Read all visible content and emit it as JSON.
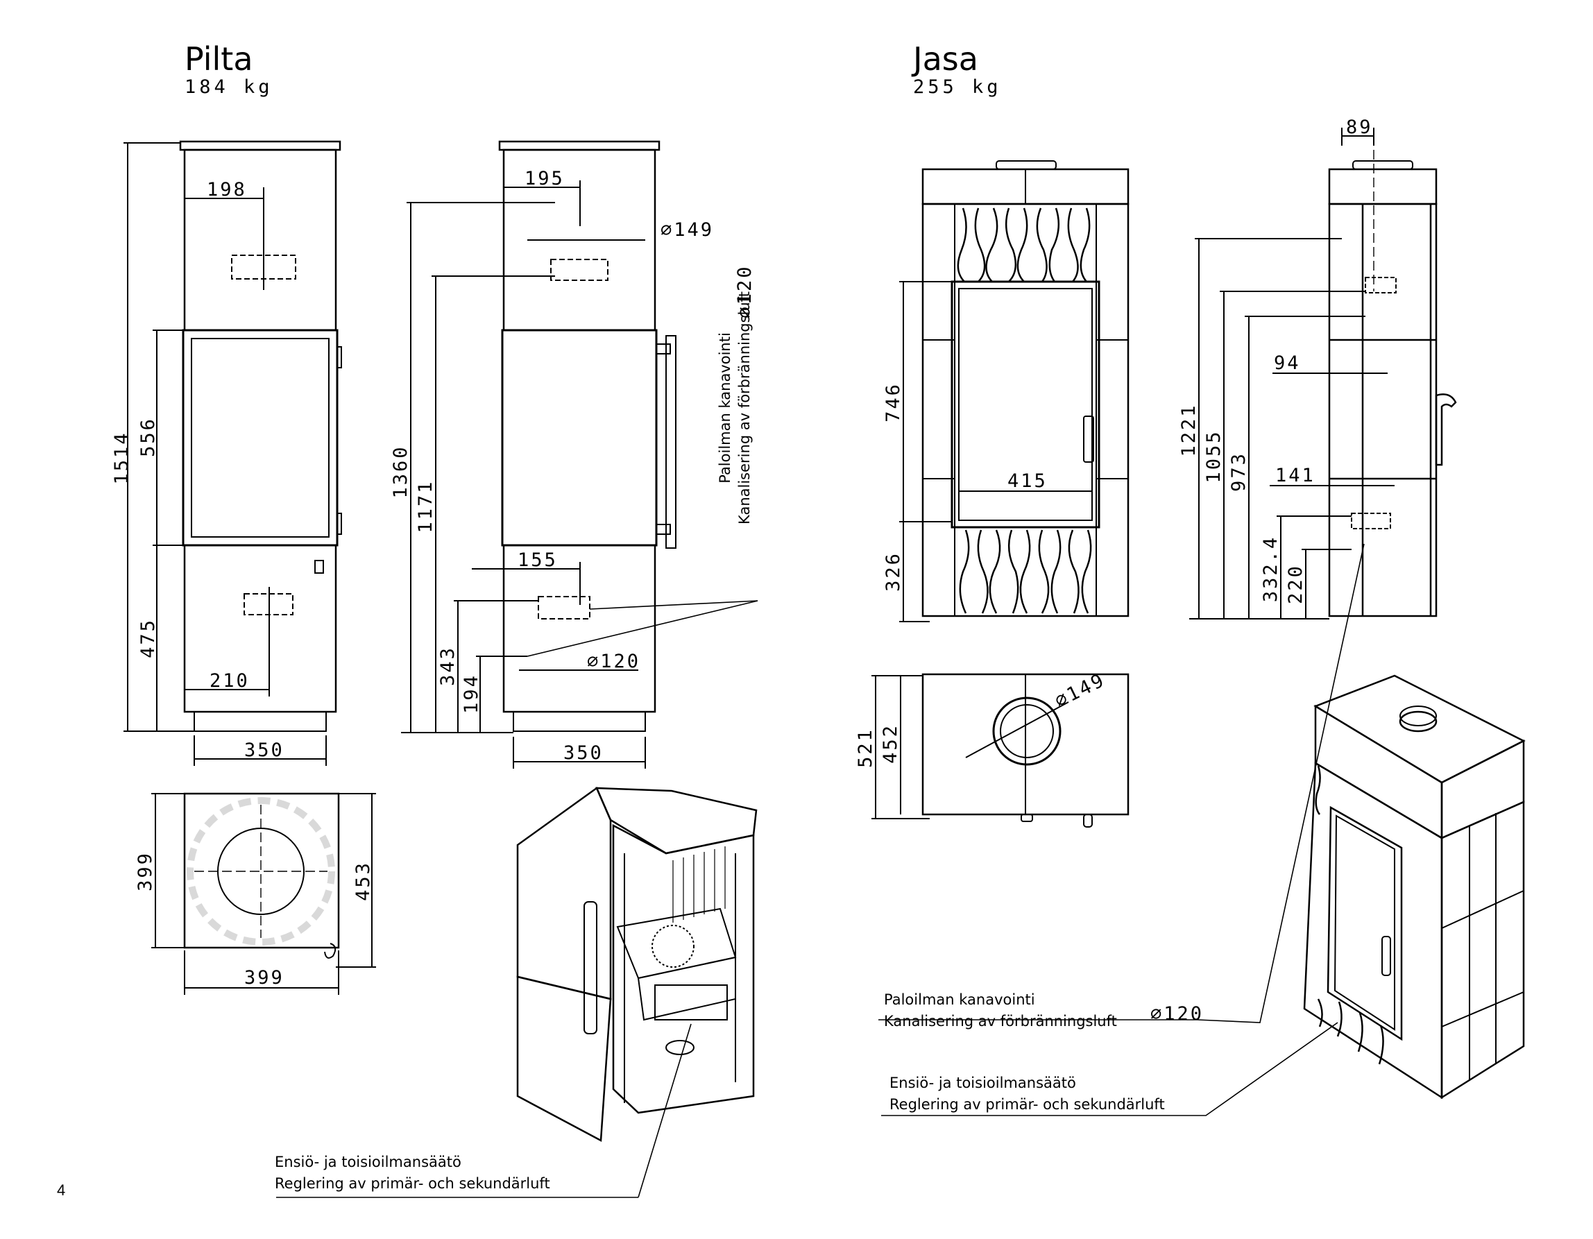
{
  "page_number": "4",
  "pilta": {
    "title": "Pilta",
    "mass": "184 kg",
    "dims": {
      "front_height_total": "1514",
      "front_glass_height": "556",
      "front_lower_height": "475",
      "front_upper_offset": "198",
      "front_lower_offset": "210",
      "front_width": "350",
      "side_top_outlet_height": "1360",
      "side_rear_outlet_height": "1171",
      "side_top_offset": "195",
      "side_top_diameter": "∅149",
      "side_rear_diameter": "∅120",
      "side_lower_offset": "155",
      "side_lower_height_a": "343",
      "side_lower_height_b": "194",
      "side_bottom_diameter": "∅120",
      "side_width": "350",
      "plan_depth": "399",
      "plan_depth_right": "453",
      "plan_width": "399"
    },
    "note_air_duct": [
      "Paloilman kanavointi",
      "Kanalisering av förbränningsluft"
    ],
    "note_air_control": [
      "Ensiö- ja toisioilmansäätö",
      "Reglering av primär- och sekundärluft"
    ]
  },
  "jasa": {
    "title": "Jasa",
    "mass": "255 kg",
    "dims": {
      "front_door_height": "746",
      "front_base_height": "326",
      "front_door_width": "415",
      "side_top_offset": "89",
      "side_height_a": "1221",
      "side_height_b": "1055",
      "side_height_c": "973",
      "side_offset_a": "94",
      "side_offset_b": "141",
      "side_height_d": "332.4",
      "side_height_e": "220",
      "plan_depth_a": "521",
      "plan_depth_b": "452",
      "plan_diameter": "∅149"
    },
    "note_air_duct": [
      "Paloilman kanavointi",
      "Kanalisering av förbränningsluft"
    ],
    "note_air_duct_diameter": "∅120",
    "note_air_control": [
      "Ensiö- ja toisioilmansäätö",
      "Reglering av primär- och sekundärluft"
    ]
  }
}
